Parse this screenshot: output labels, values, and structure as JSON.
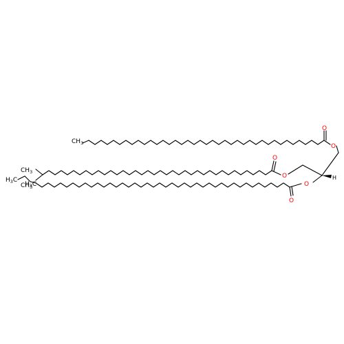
{
  "molecule": {
    "atom_labels": {
      "oxygen": "O",
      "methyl": "CH",
      "methyl_sub": "3",
      "ethyl_h3c": "H",
      "ethyl_h3c_sub": "3",
      "ethyl_c": "C",
      "hydrogen": "H"
    },
    "colors": {
      "bond": "#000000",
      "oxygen": "#ff0000",
      "carbon_label": "#000000"
    }
  }
}
